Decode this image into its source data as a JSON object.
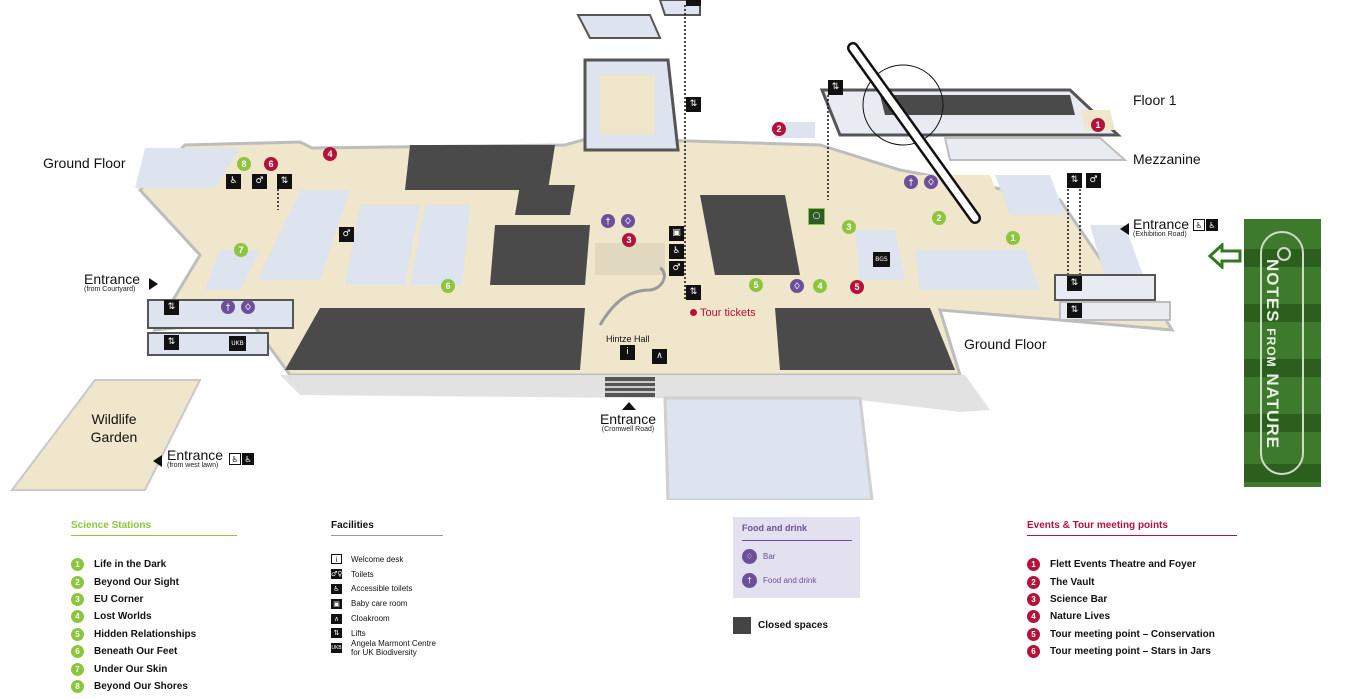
{
  "map": {
    "floor_labels": {
      "ground_left": "Ground Floor",
      "floor1": "Floor 1",
      "mezzanine": "Mezzanine",
      "ground_right": "Ground Floor"
    },
    "entrances": {
      "courtyard": {
        "title": "Entrance",
        "sub": "(from Courtyard)"
      },
      "cromwell": {
        "title": "Entrance",
        "sub": "(Cromwell Road)"
      },
      "exhibition": {
        "title": "Entrance",
        "sub": "(Exhibition Road)"
      },
      "west_lawn": {
        "title": "Entrance",
        "sub": "(from west lawn)"
      }
    },
    "places": {
      "wildlife_garden_line1": "Wildlife",
      "wildlife_garden_line2": "Garden",
      "hintze_hall": "Hintze Hall",
      "tour_tickets": "Tour tickets"
    },
    "icon_codes": {
      "ukb": "UKB",
      "bgs": "BGS"
    }
  },
  "banner": {
    "word1": "NOTES",
    "word2": "FROM",
    "word3": "NATURE"
  },
  "legend": {
    "science": {
      "title": "Science Stations",
      "items": [
        {
          "num": "1",
          "label": "Life in the Dark"
        },
        {
          "num": "2",
          "label": "Beyond Our Sight"
        },
        {
          "num": "3",
          "label": "EU Corner"
        },
        {
          "num": "4",
          "label": "Lost Worlds"
        },
        {
          "num": "5",
          "label": "Hidden Relationships"
        },
        {
          "num": "6",
          "label": "Beneath Our Feet"
        },
        {
          "num": "7",
          "label": "Under Our Skin"
        },
        {
          "num": "8",
          "label": "Beyond Our Shores"
        }
      ]
    },
    "facilities": {
      "title": "Facilities",
      "items": [
        {
          "icon": "info-icon",
          "glyph": "i",
          "label": "Welcome desk"
        },
        {
          "icon": "toilets-icon",
          "glyph": "♂♀",
          "label": "Toilets"
        },
        {
          "icon": "accessible-toilets-icon",
          "glyph": "♿",
          "label": "Accessible toilets"
        },
        {
          "icon": "baby-care-icon",
          "glyph": "▣",
          "label": "Baby care room"
        },
        {
          "icon": "cloakroom-icon",
          "glyph": "∧",
          "label": "Cloakroom"
        },
        {
          "icon": "lifts-icon",
          "glyph": "⇅",
          "label": "Lifts"
        },
        {
          "icon": "ukb-icon",
          "glyph": "UKB",
          "label": "Angela Marmont Centre for UK Biodiversity"
        }
      ]
    },
    "food": {
      "title": "Food and drink",
      "items": [
        {
          "icon": "bar-icon",
          "glyph": "♢",
          "label": "Bar"
        },
        {
          "icon": "food-drink-icon",
          "glyph": "†",
          "label": "Food and drink"
        }
      ]
    },
    "closed": {
      "label": "Closed spaces"
    },
    "events": {
      "title": "Events & Tour meeting points",
      "items": [
        {
          "num": "1",
          "label": "Flett Events Theatre and Foyer"
        },
        {
          "num": "2",
          "label": "The Vault"
        },
        {
          "num": "3",
          "label": "Science Bar"
        },
        {
          "num": "4",
          "label": "Nature Lives"
        },
        {
          "num": "5",
          "label": "Tour meeting point – Conservation"
        },
        {
          "num": "6",
          "label": "Tour meeting point – Stars in Jars"
        }
      ]
    }
  },
  "colors": {
    "science_green": "#8cc63f",
    "events_red": "#b3123a",
    "food_purple": "#6c4f9a",
    "closed_grey": "#444444",
    "floor_beige": "#efe6cc",
    "room_blue": "#dde3ef"
  }
}
